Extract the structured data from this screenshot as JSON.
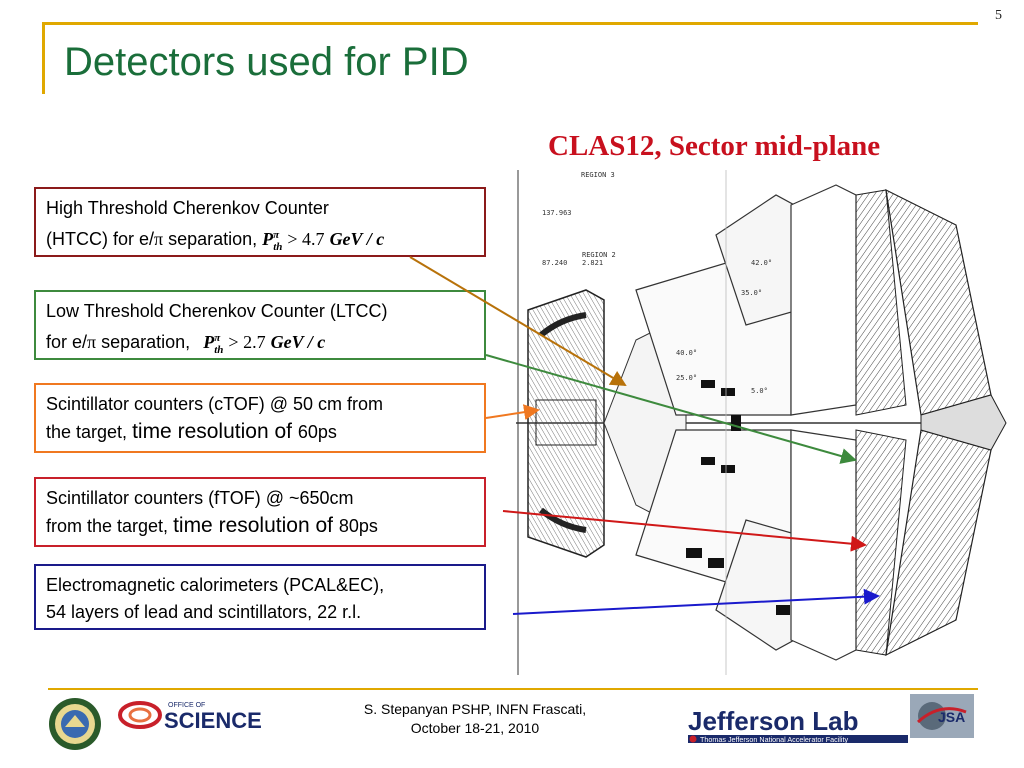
{
  "slide_number": "5",
  "title": "Detectors used for PID",
  "subtitle": "CLAS12, Sector mid-plane",
  "boxes": {
    "htcc": {
      "line1": "High Threshold Cherenkov Counter",
      "line2": "(HTCC) for e/",
      "pi": "π",
      "sep": " separation,",
      "p": "P",
      "sup": "π",
      "sub": "th",
      "op": "> 4.7",
      "unit": "GeV / c"
    },
    "ltcc": {
      "line1": "Low Threshold Cherenkov Counter (LTCC)",
      "line2": "for e/",
      "pi": "π",
      "sep": " separation,",
      "p": "P",
      "sup": "π",
      "sub": "th",
      "op": "> 2.7",
      "unit": "GeV / c"
    },
    "ctof": {
      "line1": "Scintillator counters (cTOF) @ 50 cm from",
      "line2a": "the target, ",
      "line2b": "time resolution of ",
      "line2c": "60ps"
    },
    "ftof": {
      "line1": "Scintillator counters (fTOF) @ ~650cm",
      "line2a": "from the target, ",
      "line2b": "time resolution of ",
      "line2c": "80ps"
    },
    "ecal": {
      "line1": "Electromagnetic calorimeters (PCAL&EC),",
      "line2": "54 layers of lead and scintillators, 22 r.l."
    }
  },
  "footer": {
    "line1": "S. Stepanyan PSHP, INFN Frascati,",
    "line2": "October 18-21, 2010"
  },
  "logos": {
    "science": "SCIENCE",
    "science_small": "OFFICE OF",
    "jlab": "Jefferson Lab",
    "jlab_sub": "Thomas Jefferson National Accelerator Facility",
    "jsa": "JSA"
  },
  "diagram_labels": {
    "region3": "REGION 3",
    "region2": "REGION 2",
    "dim1": "137.963",
    "dim2": "87.240",
    "dim3": "2.821",
    "a1": "42.0°",
    "a2": "40.0°",
    "a3": "25.0°",
    "a4": "35.0°",
    "a5": "5.0°"
  },
  "colors": {
    "title": "#1a6e3a",
    "subtitle": "#c8101e",
    "accent": "#e0a800",
    "arrow_htcc": "#b8720a",
    "arrow_ltcc": "#3d8a3d",
    "arrow_ctof": "#f07820",
    "arrow_ftof": "#d01818",
    "arrow_ecal": "#1a1acc"
  }
}
